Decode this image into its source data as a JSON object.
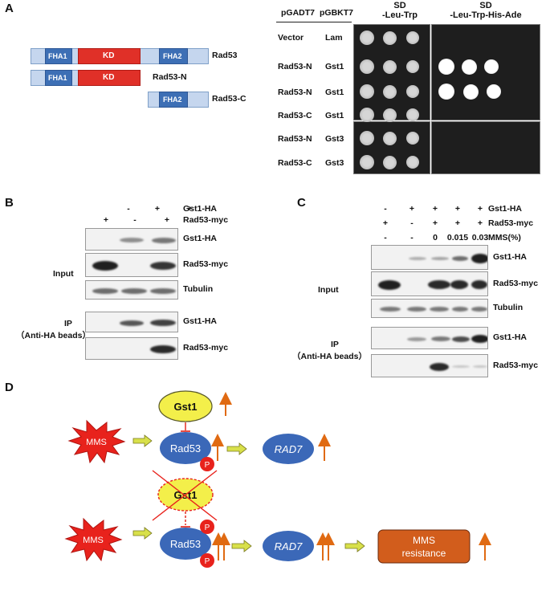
{
  "panels": {
    "a": "A",
    "b": "B",
    "c": "C",
    "d": "D"
  },
  "panelA": {
    "domains": {
      "fha1": "FHA1",
      "kd": "KD",
      "fha2": "FHA2"
    },
    "constructs": [
      "Rad53",
      "Rad53-N",
      "Rad53-C"
    ],
    "y2h": {
      "col_gadt7": "pGADT7",
      "col_gbkt7": "pGBKT7",
      "sd1_line1": "SD",
      "sd1_line2": "-Leu-Trp",
      "sd2_line1": "SD",
      "sd2_line2": "-Leu-Trp-His-Ade",
      "rows": [
        {
          "gadt7": "Vector",
          "gbkt7": "Lam"
        },
        {
          "gadt7": "Rad53-N",
          "gbkt7": "Gst1"
        },
        {
          "gadt7": "Rad53-N",
          "gbkt7": "Gst1"
        },
        {
          "gadt7": "Rad53-C",
          "gbkt7": "Gst1"
        },
        {
          "gadt7": "Rad53-N",
          "gbkt7": "Gst3"
        },
        {
          "gadt7": "Rad53-C",
          "gbkt7": "Gst3"
        }
      ]
    }
  },
  "panelB": {
    "gst1_row": {
      "label": "Gst1-HA",
      "signs": [
        "-",
        "+",
        "+"
      ]
    },
    "rad53_row": {
      "label": "Rad53-myc",
      "signs": [
        "+",
        "-",
        "+"
      ]
    },
    "input_label": "Input",
    "ip_label_1": "IP",
    "ip_label_2": "（Anti-HA beads）",
    "blots": [
      "Gst1-HA",
      "Rad53-myc",
      "Tubulin",
      "Gst1-HA",
      "Rad53-myc"
    ]
  },
  "panelC": {
    "gst1_row": {
      "label": "Gst1-HA",
      "signs": [
        "-",
        "+",
        "+",
        "+",
        "+"
      ]
    },
    "rad53_row": {
      "label": "Rad53-myc",
      "signs": [
        "+",
        "-",
        "+",
        "+",
        "+"
      ]
    },
    "mms_row": {
      "label": "MMS(%)",
      "signs": [
        "-",
        "-",
        "0",
        "0.015",
        "0.03"
      ]
    },
    "input_label": "Input",
    "ip_label_1": "IP",
    "ip_label_2": "（Anti-HA beads）",
    "blots": [
      "Gst1-HA",
      "Rad53-myc",
      "Tubulin",
      "Gst1-HA",
      "Rad53-myc"
    ]
  },
  "panelD": {
    "mms": "MMS",
    "gst1": "Gst1",
    "rad53": "Rad53",
    "rad7": "RAD7",
    "phospho": "P",
    "resistance_1": "MMS",
    "resistance_2": "resistance"
  },
  "colors": {
    "fha": "#3d6fb5",
    "kd": "#e03028",
    "backbone": "#c5d6ee",
    "node_blue": "#3b68b8",
    "gst_yellow": "#f3ef4a",
    "mms_red": "#e8221c",
    "arrow_fill": "#d8e04a",
    "up_arrow": "#e06a12",
    "resistance": "#d25d1c"
  }
}
